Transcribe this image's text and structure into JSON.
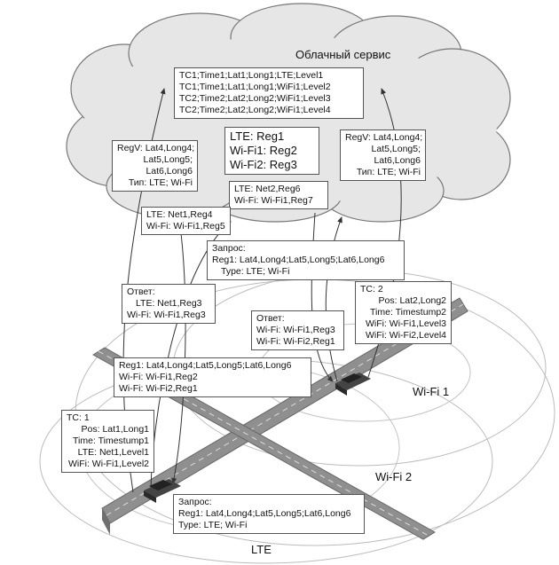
{
  "cloud": {
    "title": "Облачный сервис"
  },
  "cloud_table": [
    "TC1;Time1;Lat1;Long1;LTE;Level1",
    "TC1;Time1;Lat1;Long1;WiFi1;Level2",
    "TC2;Time2;Lat2;Long2;WiFi1;Level3",
    "TC2;Time2;Lat2;Long2;WiFi1;Level4"
  ],
  "regions": [
    "LTE: Reg1",
    "Wi-Fi1: Reg2",
    "Wi-Fi2: Reg3"
  ],
  "regv_left": [
    "RegV: Lat4,Long4;",
    "Lat5,Long5;",
    "Lat6,Long6",
    "Тип: LTE; Wi-Fi"
  ],
  "regv_right": [
    "RegV: Lat4,Long4;",
    "Lat5,Long5;",
    "Lat6,Long6",
    "Тип: LTE; Wi-Fi"
  ],
  "net_reg_cloud": [
    "LTE: Net2,Reg6",
    "Wi-Fi: Wi-Fi1,Reg7"
  ],
  "net_reg_left": [
    "LTE: Net1,Reg4",
    "Wi-Fi: Wi-Fi1,Reg5"
  ],
  "request_top": [
    "Запрос:",
    "Reg1: Lat4,Long4;Lat5,Long5;Lat6,Long6",
    "Type: LTE; Wi-Fi"
  ],
  "answer_left": [
    "Ответ:",
    "LTE: Net1,Reg3",
    "Wi-Fi: Wi-Fi1,Reg3"
  ],
  "answer_right": [
    "Ответ:",
    "Wi-Fi: Wi-Fi1,Reg3",
    "Wi-Fi: Wi-Fi2,Reg1"
  ],
  "tc2": [
    "TC: 2",
    "Pos: Lat2,Long2",
    "Time: Timestump2",
    "WiFi: Wi-Fi1,Level3",
    "WiFi: Wi-Fi2,Level4"
  ],
  "reg1_box": [
    "Reg1: Lat4,Long4;Lat5,Long5;Lat6,Long6",
    "Wi-Fi: Wi-Fi1,Reg2",
    "Wi-Fi: Wi-Fi2,Reg1"
  ],
  "tc1": [
    "TC: 1",
    "Pos: Lat1,Long1",
    "Time: Timestump1",
    "LTE: Net1,Level1",
    "WiFi: Wi-Fi1,Level2"
  ],
  "request_bottom": [
    "Запрос:",
    "Reg1: Lat4,Long4;Lat5,Long5;Lat6,Long6",
    "Type: LTE; Wi-Fi"
  ],
  "labels": {
    "wifi1": "Wi-Fi 1",
    "wifi2": "Wi-Fi 2",
    "lte": "LTE"
  },
  "colors": {
    "road": "#8f8f8f",
    "cloud": "#e6e6e6",
    "outline": "#555555"
  }
}
